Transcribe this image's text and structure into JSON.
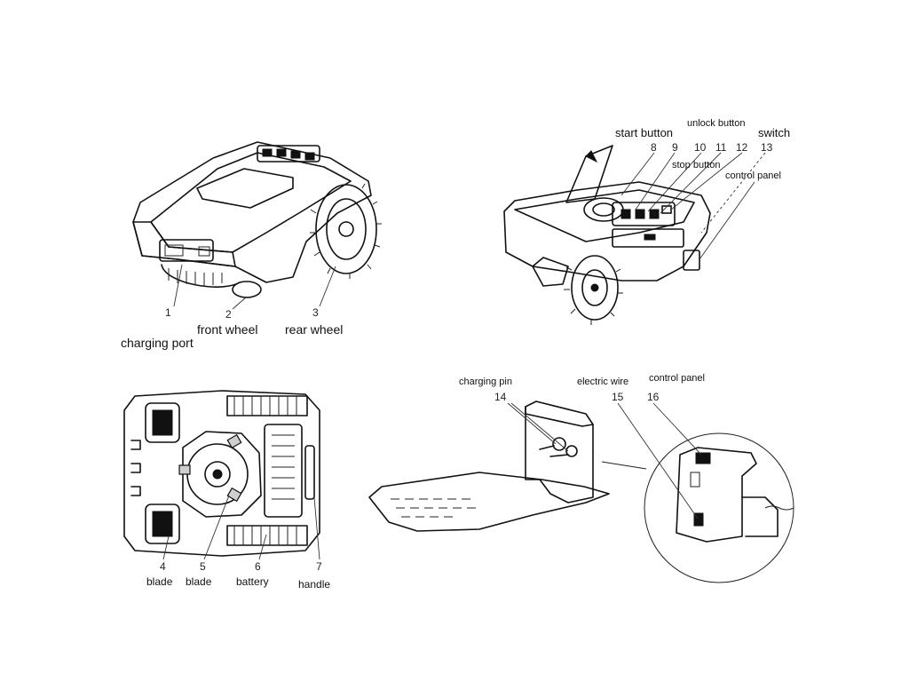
{
  "views": {
    "top_left": {
      "parts": [
        {
          "number": "1",
          "label": "charging port"
        },
        {
          "number": "2",
          "label": "front wheel"
        },
        {
          "number": "3",
          "label": "rear wheel"
        }
      ]
    },
    "top_right": {
      "parts": [
        {
          "number": "8",
          "label": "start button"
        },
        {
          "number": "9",
          "label": ""
        },
        {
          "number": "10",
          "label": "unlock button"
        },
        {
          "number": "11",
          "label": "stop button"
        },
        {
          "number": "12",
          "label": ""
        },
        {
          "number": "13",
          "label": "switch"
        },
        {
          "number": "",
          "label": "control panel"
        }
      ]
    },
    "bottom_left": {
      "parts": [
        {
          "number": "4",
          "label": "blade"
        },
        {
          "number": "5",
          "label": "blade"
        },
        {
          "number": "6",
          "label": "battery"
        },
        {
          "number": "7",
          "label": "handle"
        }
      ]
    },
    "bottom_right": {
      "parts": [
        {
          "number": "14",
          "label": "charging pin"
        },
        {
          "number": "15",
          "label": "electric wire"
        },
        {
          "number": "16",
          "label": "control panel"
        }
      ]
    }
  }
}
